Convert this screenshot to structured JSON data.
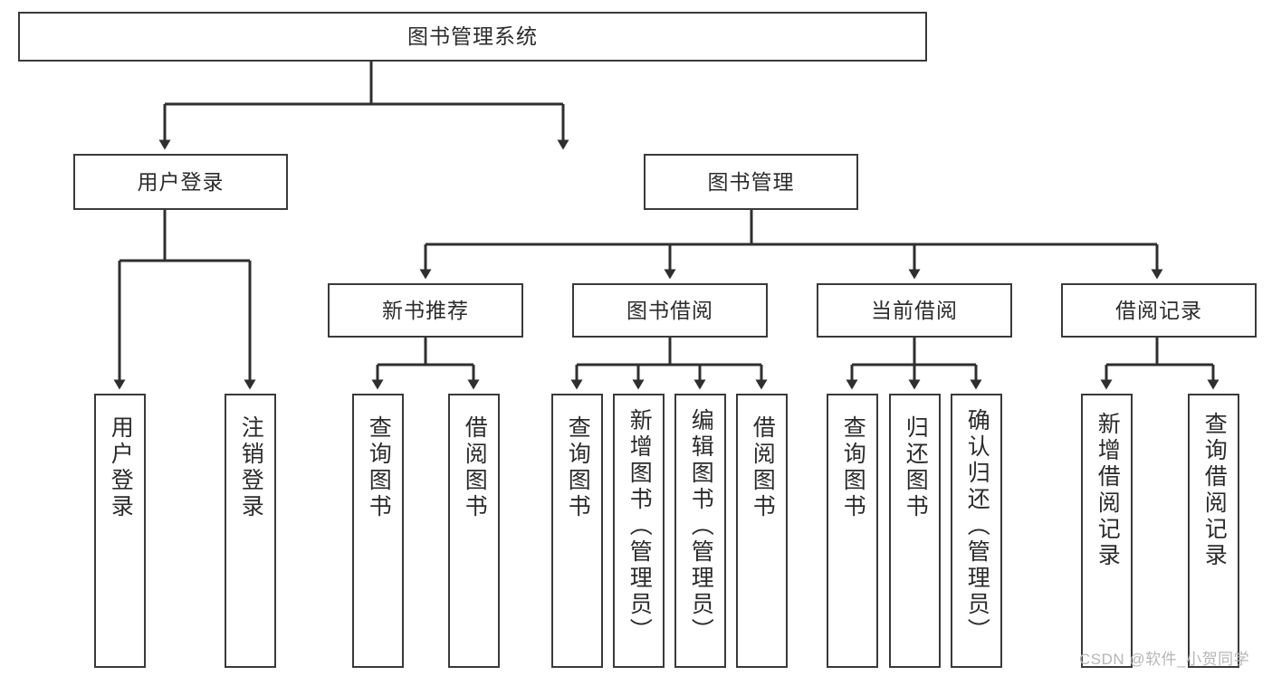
{
  "diagram": {
    "type": "tree-hierarchy",
    "title": "图书管理系统",
    "root": {
      "id": "root",
      "label": "图书管理系统"
    },
    "level2": [
      {
        "id": "user-login",
        "label": "用户登录"
      },
      {
        "id": "book-manage",
        "label": "图书管理"
      }
    ],
    "level3": [
      {
        "id": "new-book-rec",
        "label": "新书推荐"
      },
      {
        "id": "book-borrow",
        "label": "图书借阅"
      },
      {
        "id": "current-borrow",
        "label": "当前借阅"
      },
      {
        "id": "borrow-record",
        "label": "借阅记录"
      }
    ],
    "leaves": {
      "user_login": [
        {
          "id": "leaf-user-login",
          "label": "用户登录"
        },
        {
          "id": "leaf-logout",
          "label": "注销登录"
        }
      ],
      "new_book_rec": [
        {
          "id": "leaf-query-book-1",
          "label": "查询图书"
        },
        {
          "id": "leaf-borrow-book-1",
          "label": "借阅图书"
        }
      ],
      "book_borrow": [
        {
          "id": "leaf-query-book-2",
          "label": "查询图书"
        },
        {
          "id": "leaf-add-book",
          "label": "新增图书（管理员）"
        },
        {
          "id": "leaf-edit-book",
          "label": "编辑图书（管理员）"
        },
        {
          "id": "leaf-borrow-book-2",
          "label": "借阅图书"
        }
      ],
      "current_borrow": [
        {
          "id": "leaf-query-book-3",
          "label": "查询图书"
        },
        {
          "id": "leaf-return-book",
          "label": "归还图书"
        },
        {
          "id": "leaf-confirm-return",
          "label": "确认归还（管理员）"
        }
      ],
      "borrow_record": [
        {
          "id": "leaf-add-record",
          "label": "新增借阅记录"
        },
        {
          "id": "leaf-query-record",
          "label": "查询借阅记录"
        }
      ]
    }
  },
  "watermark": {
    "text": "CSDN @软件_小贺同学"
  },
  "colors": {
    "box_border": "#3a3a3a",
    "box_fill": "#ffffff",
    "connector": "#2f2f2f",
    "text": "#2b2b2b",
    "watermark": "#b6b6b6",
    "background": "#ffffff"
  }
}
